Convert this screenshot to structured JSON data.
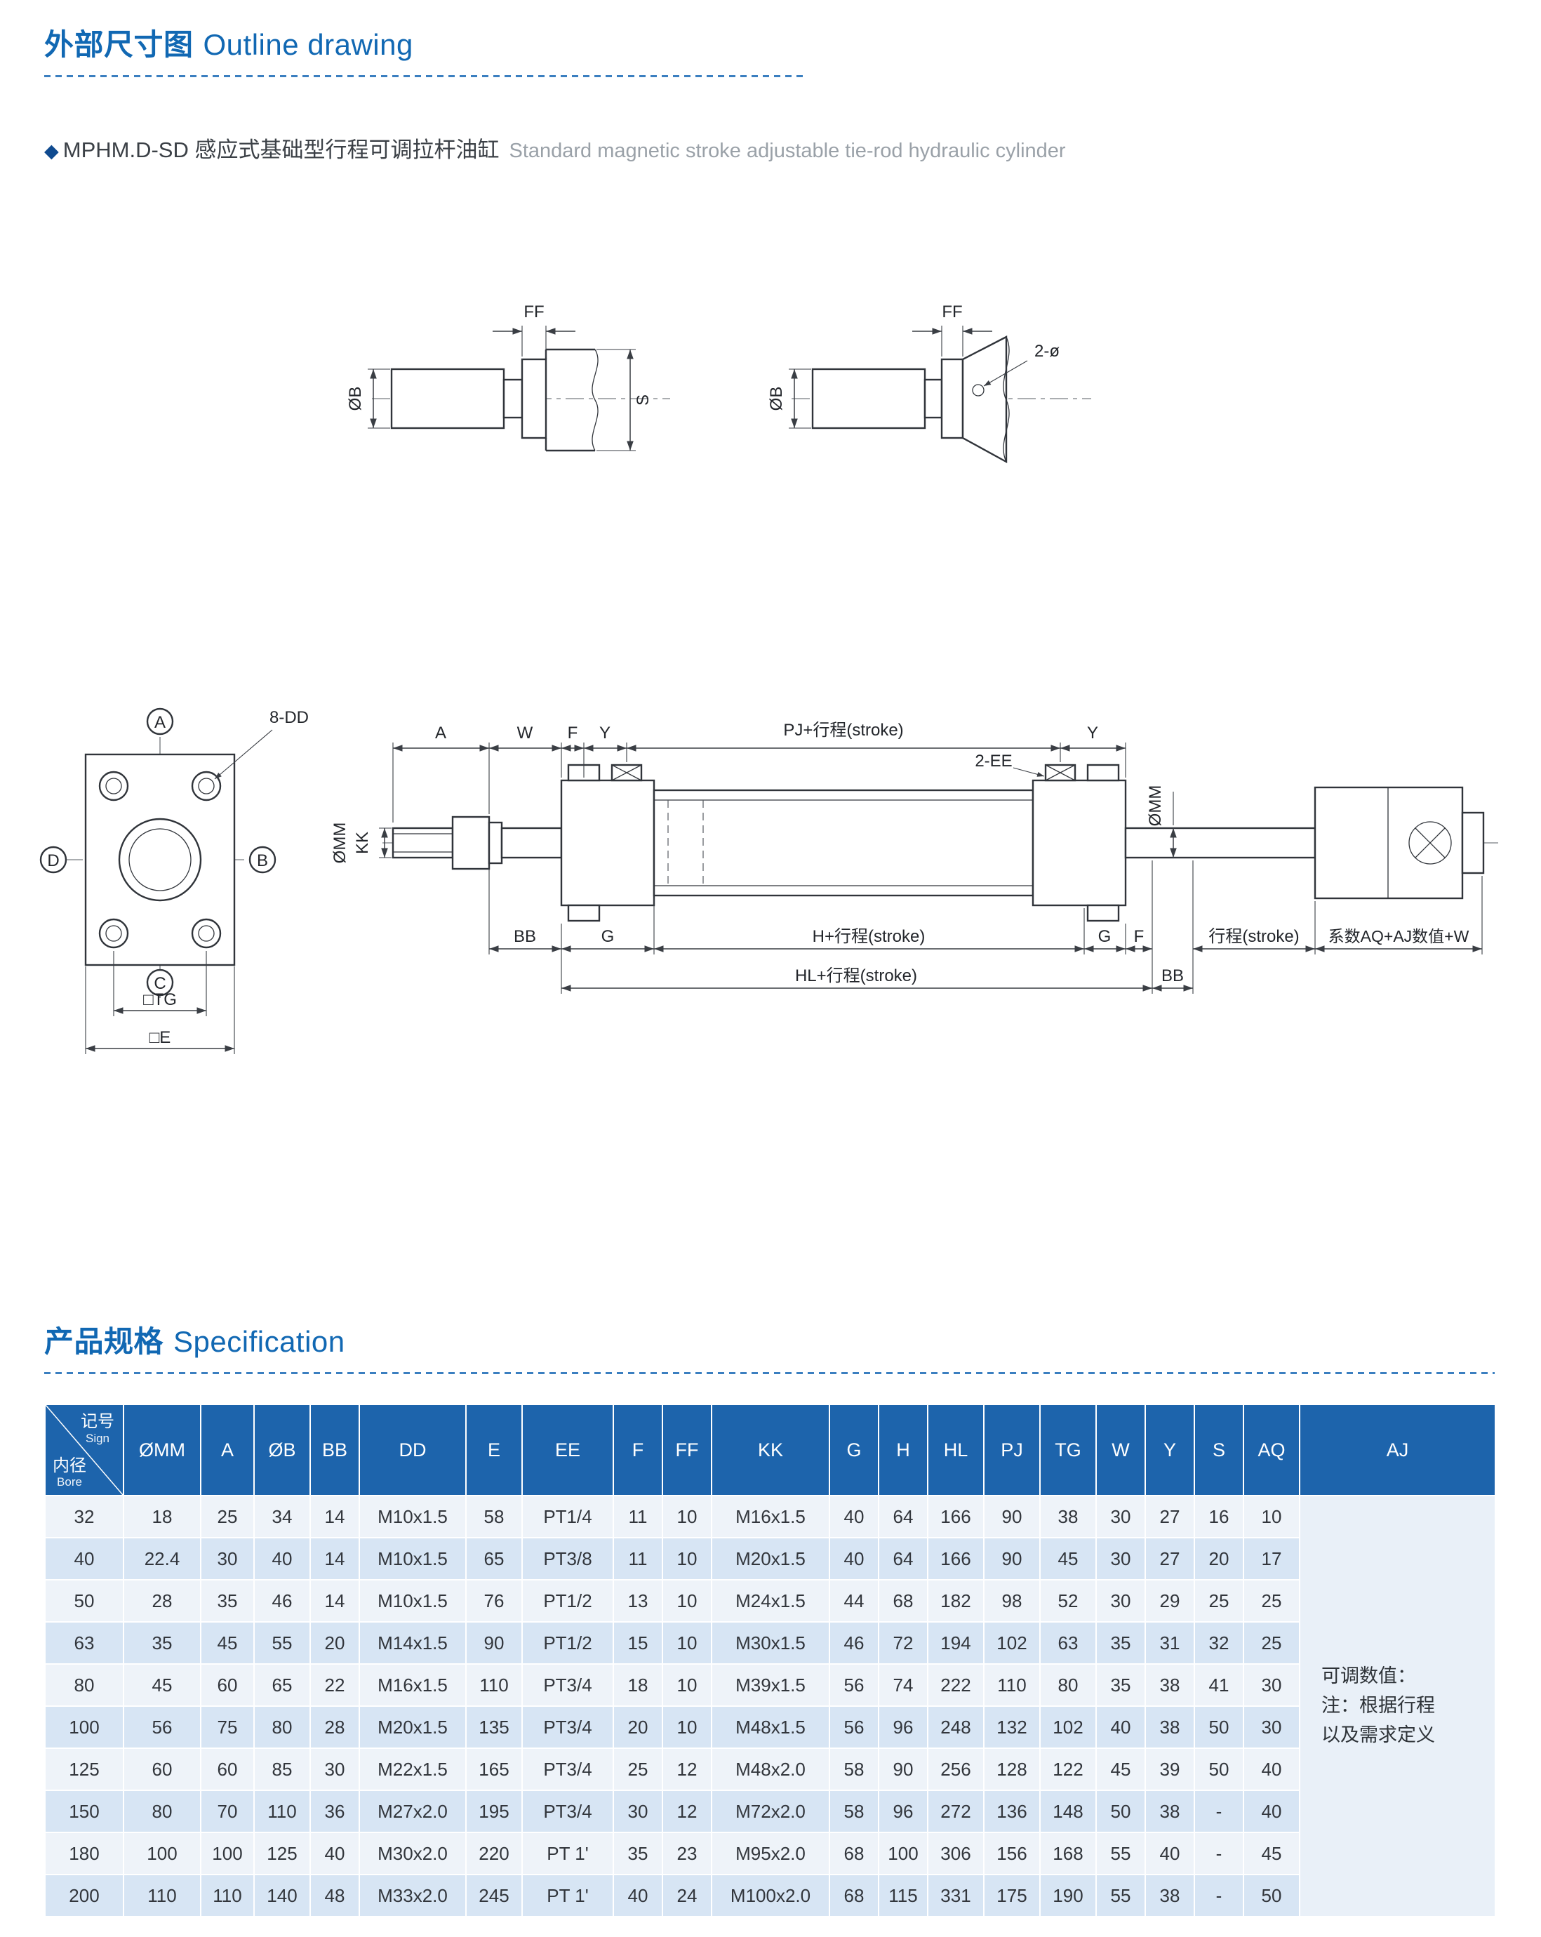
{
  "page": {
    "section1_zh": "外部尺寸图",
    "section1_en": "Outline drawing",
    "bullet_icon": "◆",
    "product_zh": "MPHM.D-SD 感应式基础型行程可调拉杆油缸",
    "product_en": "Standard magnetic stroke adjustable tie-rod hydraulic cylinder",
    "section2_zh": "产品规格",
    "section2_en": "Specification"
  },
  "colors": {
    "accent_blue": "#1168b3",
    "table_header_bg": "#1d64ac",
    "row_light": "#eef3f9",
    "row_blue": "#d7e5f4"
  },
  "drawing": {
    "labels": {
      "ff": "FF",
      "phi_b": "ØB",
      "s": "S",
      "two_phi": "2-ø",
      "eight_dd": "8-DD",
      "view_a": "A",
      "view_b": "B",
      "view_c": "C",
      "view_d": "D",
      "tg": "□TG",
      "e_outer": "□E",
      "dim_a": "A",
      "dim_w": "W",
      "dim_f": "F",
      "dim_y": "Y",
      "pj_stroke": "PJ+行程(stroke)",
      "two_ee": "2-EE",
      "phi_mm": "ØMM",
      "kk": "KK",
      "bb": "BB",
      "g": "G",
      "h_stroke": "H+行程(stroke)",
      "hl_stroke": "HL+行程(stroke)",
      "stroke": "行程(stroke)",
      "aq_aj": "系数AQ+AJ数值+W"
    }
  },
  "table": {
    "header": {
      "sign": "记号",
      "sign_en": "Sign",
      "bore": "内径",
      "bore_en": "Bore",
      "cols": [
        "ØMM",
        "A",
        "ØB",
        "BB",
        "DD",
        "E",
        "EE",
        "F",
        "FF",
        "KK",
        "G",
        "H",
        "HL",
        "PJ",
        "TG",
        "W",
        "Y",
        "S",
        "AQ",
        "AJ"
      ]
    },
    "rows": [
      [
        "32",
        "18",
        "25",
        "34",
        "14",
        "M10x1.5",
        "58",
        "PT1/4",
        "11",
        "10",
        "M16x1.5",
        "40",
        "64",
        "166",
        "90",
        "38",
        "30",
        "27",
        "16",
        "10"
      ],
      [
        "40",
        "22.4",
        "30",
        "40",
        "14",
        "M10x1.5",
        "65",
        "PT3/8",
        "11",
        "10",
        "M20x1.5",
        "40",
        "64",
        "166",
        "90",
        "45",
        "30",
        "27",
        "20",
        "17"
      ],
      [
        "50",
        "28",
        "35",
        "46",
        "14",
        "M10x1.5",
        "76",
        "PT1/2",
        "13",
        "10",
        "M24x1.5",
        "44",
        "68",
        "182",
        "98",
        "52",
        "30",
        "29",
        "25",
        "25"
      ],
      [
        "63",
        "35",
        "45",
        "55",
        "20",
        "M14x1.5",
        "90",
        "PT1/2",
        "15",
        "10",
        "M30x1.5",
        "46",
        "72",
        "194",
        "102",
        "63",
        "35",
        "31",
        "32",
        "25"
      ],
      [
        "80",
        "45",
        "60",
        "65",
        "22",
        "M16x1.5",
        "110",
        "PT3/4",
        "18",
        "10",
        "M39x1.5",
        "56",
        "74",
        "222",
        "110",
        "80",
        "35",
        "38",
        "41",
        "30"
      ],
      [
        "100",
        "56",
        "75",
        "80",
        "28",
        "M20x1.5",
        "135",
        "PT3/4",
        "20",
        "10",
        "M48x1.5",
        "56",
        "96",
        "248",
        "132",
        "102",
        "40",
        "38",
        "50",
        "30"
      ],
      [
        "125",
        "60",
        "60",
        "85",
        "30",
        "M22x1.5",
        "165",
        "PT3/4",
        "25",
        "12",
        "M48x2.0",
        "58",
        "90",
        "256",
        "128",
        "122",
        "45",
        "39",
        "50",
        "40"
      ],
      [
        "150",
        "80",
        "70",
        "110",
        "36",
        "M27x2.0",
        "195",
        "PT3/4",
        "30",
        "12",
        "M72x2.0",
        "58",
        "96",
        "272",
        "136",
        "148",
        "50",
        "38",
        "-",
        "40"
      ],
      [
        "180",
        "100",
        "100",
        "125",
        "40",
        "M30x2.0",
        "220",
        "PT 1'",
        "35",
        "23",
        "M95x2.0",
        "68",
        "100",
        "306",
        "156",
        "168",
        "55",
        "40",
        "-",
        "45"
      ],
      [
        "200",
        "110",
        "110",
        "140",
        "48",
        "M33x2.0",
        "245",
        "PT 1'",
        "40",
        "24",
        "M100x2.0",
        "68",
        "115",
        "331",
        "175",
        "190",
        "55",
        "38",
        "-",
        "50"
      ]
    ],
    "aj_note": [
      "可调数值：",
      "注：根据行程",
      "以及需求定义"
    ]
  }
}
